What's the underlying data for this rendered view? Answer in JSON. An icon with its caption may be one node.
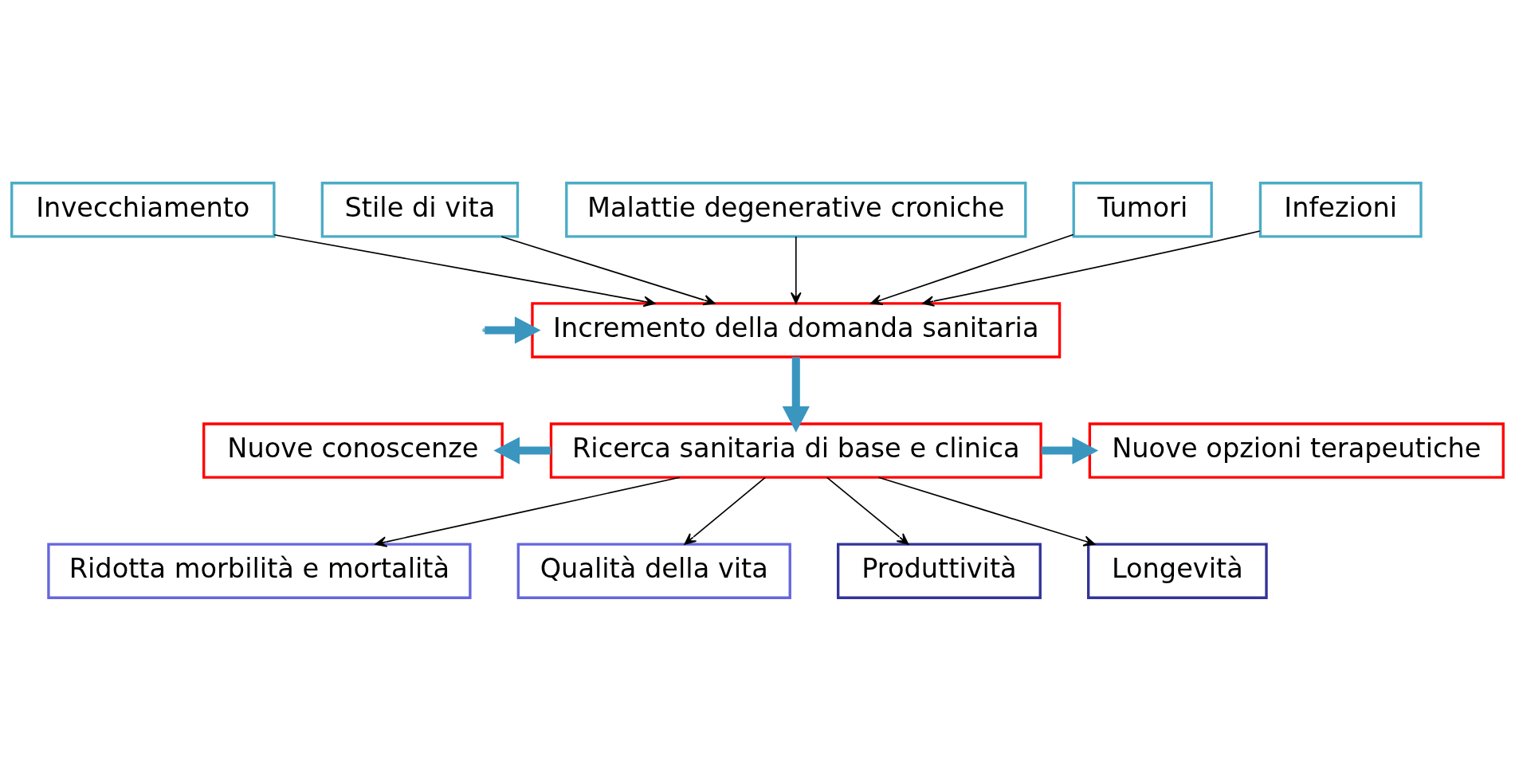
{
  "diagram": {
    "nodes": [
      {
        "text": [
          "Invecchiamento"
        ]
      },
      {
        "text": [
          "Stile di vita"
        ]
      },
      {
        "text": [
          "Malattie degenerative croniche"
        ]
      },
      {
        "text": [
          "Tumori"
        ]
      },
      {
        "text": [
          "Infezioni"
        ]
      },
      {
        "text": [
          "Incremento della domanda sanitaria"
        ]
      },
      {
        "text": [
          "Nuove conoscenze"
        ]
      },
      {
        "text": [
          "Ricerca sanitaria di base e clinica"
        ]
      },
      {
        "text": [
          "Nuove opzioni terapeutiche"
        ]
      },
      {
        "text": [
          "Ridotta morbilità e mortalità"
        ]
      },
      {
        "text": [
          "Qualità della vita"
        ]
      },
      {
        "text": [
          "Produttività"
        ]
      },
      {
        "text": [
          "Longevità"
        ]
      }
    ],
    "edges": [
      {
        "from": 0,
        "to": 5,
        "arrow": "to"
      },
      {
        "from": 1,
        "to": 5,
        "arrow": "to"
      },
      {
        "from": 2,
        "to": 5,
        "arrow": "to"
      },
      {
        "from": 3,
        "to": 5,
        "arrow": "to"
      },
      {
        "from": 4,
        "to": 5,
        "arrow": "to"
      },
      {
        "from": null,
        "to": 5,
        "arrow": "to",
        "style": "thick",
        "color": "#3a96bf"
      },
      {
        "from": 5,
        "to": 7,
        "arrow": "to",
        "style": "thick",
        "color": "#3a96bf"
      },
      {
        "from": 7,
        "to": 6,
        "arrow": "to",
        "style": "thick",
        "color": "#3a96bf"
      },
      {
        "from": 7,
        "to": 8,
        "arrow": "to",
        "style": "thick",
        "color": "#3a96bf"
      },
      {
        "from": 7,
        "to": 9,
        "arrow": "to"
      },
      {
        "from": 7,
        "to": 10,
        "arrow": "to"
      },
      {
        "from": 7,
        "to": 11,
        "arrow": "to"
      },
      {
        "from": 7,
        "to": 12,
        "arrow": "to"
      }
    ]
  }
}
